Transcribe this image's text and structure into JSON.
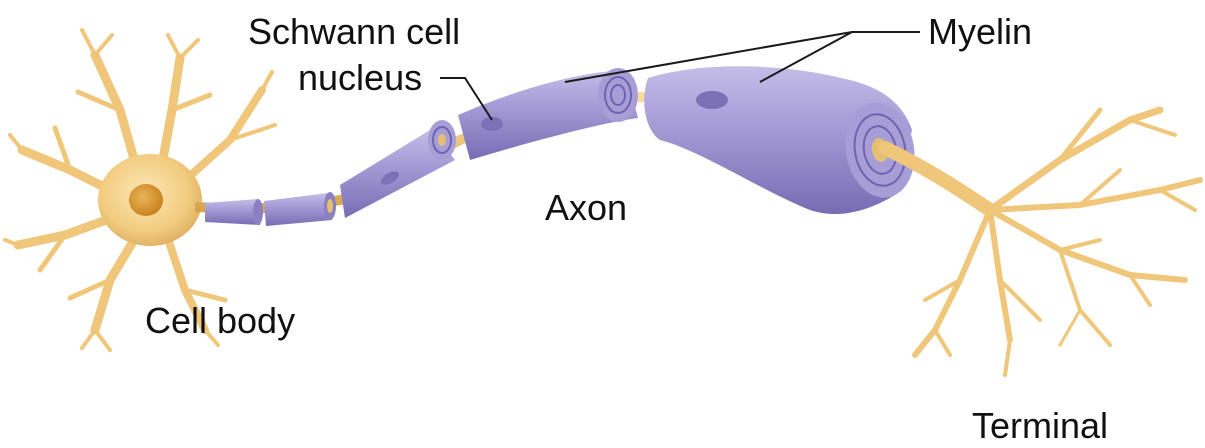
{
  "labels": {
    "schwann_line1": "Schwann cell",
    "schwann_line2": "nucleus",
    "myelin": "Myelin",
    "axon": "Axon",
    "cell_body": "Cell body",
    "terminal": "Terminal"
  },
  "colors": {
    "dendrite": "#f1cd86",
    "dendrite_edge": "#cf9d48",
    "nucleus": "#d9962e",
    "myelin": "#9b91cf",
    "myelin_dark": "#6f64ad",
    "myelin_light": "#c2bce6",
    "leader_line": "#1a1a1a"
  }
}
